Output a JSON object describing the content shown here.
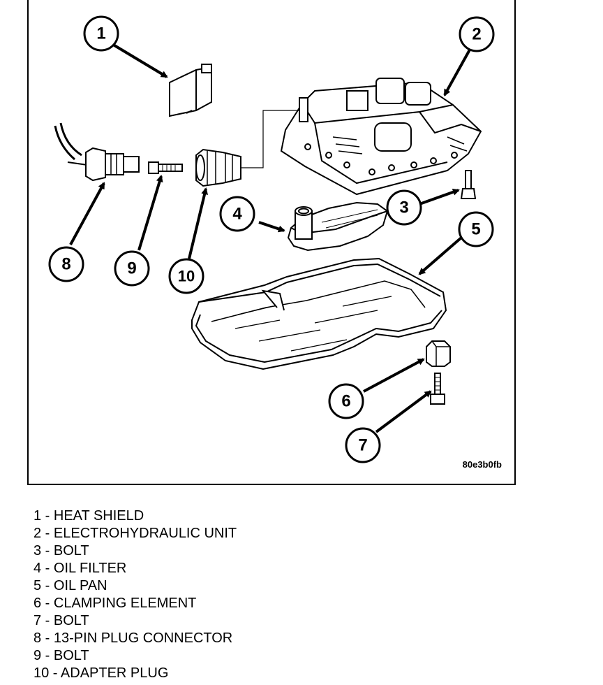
{
  "figure_code": "80e3b0fb",
  "callouts": [
    "1",
    "2",
    "3",
    "4",
    "5",
    "6",
    "7",
    "8",
    "9",
    "10"
  ],
  "legend": [
    "1 - HEAT SHIELD",
    "2 - ELECTROHYDRAULIC UNIT",
    "3 - BOLT",
    "4 - OIL FILTER",
    "5 - OIL PAN",
    "6 - CLAMPING ELEMENT",
    "7 - BOLT",
    "8 - 13-PIN PLUG CONNECTOR",
    "9 - BOLT",
    "10 - ADAPTER PLUG"
  ]
}
